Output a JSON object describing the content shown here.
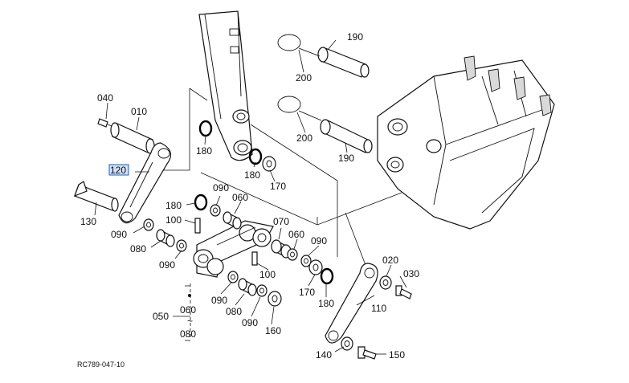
{
  "diagram": {
    "reference_code": "RC789-047-10",
    "selected_part": "120",
    "highlight_color": "#1f5fbf",
    "selection_fill": "#cfe0f7",
    "labels": {
      "p010": "010",
      "p020": "020",
      "p030": "030",
      "p040": "040",
      "p050": "050",
      "p060_range": "060",
      "p080_range": "080",
      "tilde": "~",
      "p060a": "060",
      "p060b": "060",
      "p070": "070",
      "p080a": "080",
      "p080b": "080",
      "p090a": "090",
      "p090b": "090",
      "p090c": "090",
      "p090d": "090",
      "p090e": "090",
      "p090f": "090",
      "p100a": "100",
      "p100b": "100",
      "p110": "110",
      "p120": "120",
      "p130": "130",
      "p140": "140",
      "p150": "150",
      "p160": "160",
      "p170a": "170",
      "p170b": "170",
      "p180a": "180",
      "p180b": "180",
      "p180c": "180",
      "p180d": "180",
      "p190a": "190",
      "p190b": "190",
      "p200a": "200",
      "p200b": "200"
    }
  }
}
